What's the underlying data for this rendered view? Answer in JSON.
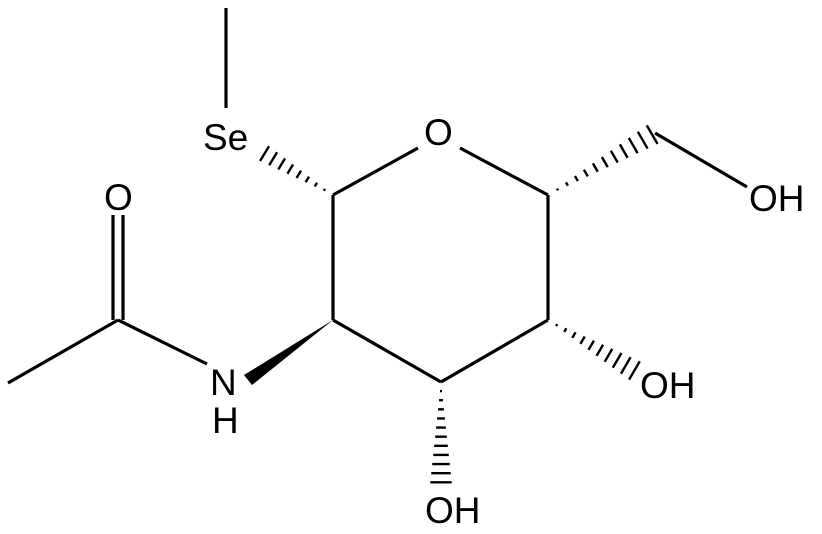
{
  "structure": {
    "atoms": {
      "se": "Se",
      "o_ring": "O",
      "o_carbonyl": "O",
      "n": "N",
      "h_amide": "H",
      "oh_ch2": "OH",
      "oh_c4": "OH",
      "oh_c3": "OH"
    }
  }
}
